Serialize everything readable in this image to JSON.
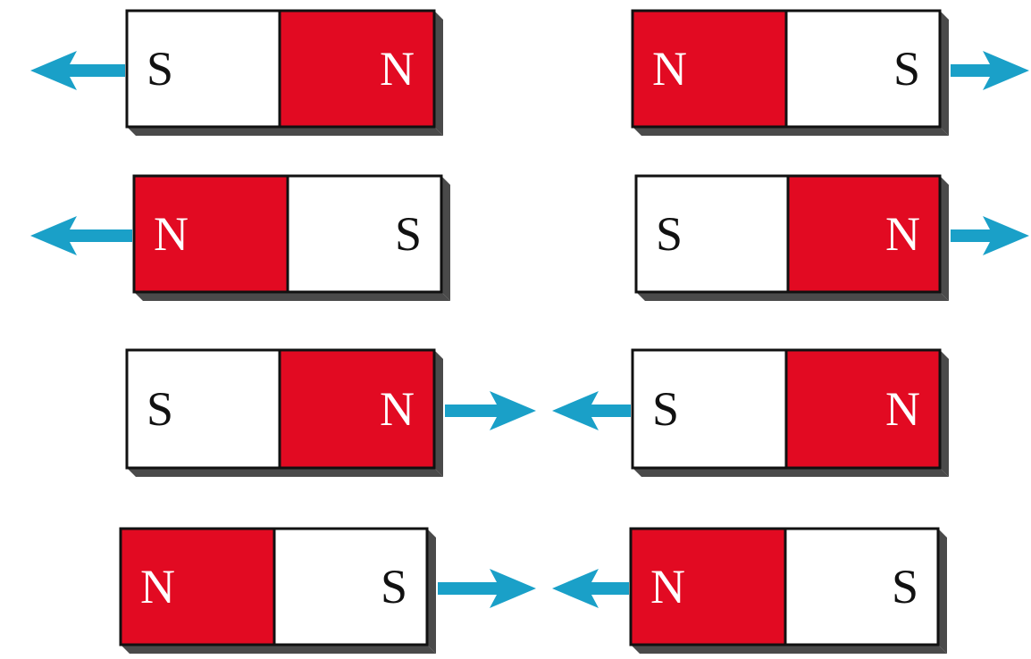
{
  "colors": {
    "north_fill": "#e20a22",
    "south_fill": "#ffffff",
    "north_text": "#ffffff",
    "south_text": "#111111",
    "outline": "#111111",
    "bevel": "#4a4a4a",
    "arrow": "#1aa0c8"
  },
  "labels": {
    "north": "N",
    "south": "S"
  },
  "rows": [
    {
      "outcome": "repel",
      "left_magnet": {
        "left_pole": "S",
        "right_pole": "N"
      },
      "right_magnet": {
        "left_pole": "N",
        "right_pole": "S"
      }
    },
    {
      "outcome": "repel",
      "left_magnet": {
        "left_pole": "N",
        "right_pole": "S"
      },
      "right_magnet": {
        "left_pole": "S",
        "right_pole": "N"
      }
    },
    {
      "outcome": "attract",
      "left_magnet": {
        "left_pole": "S",
        "right_pole": "N"
      },
      "right_magnet": {
        "left_pole": "S",
        "right_pole": "N"
      }
    },
    {
      "outcome": "attract",
      "left_magnet": {
        "left_pole": "N",
        "right_pole": "S"
      },
      "right_magnet": {
        "left_pole": "N",
        "right_pole": "S"
      }
    }
  ]
}
